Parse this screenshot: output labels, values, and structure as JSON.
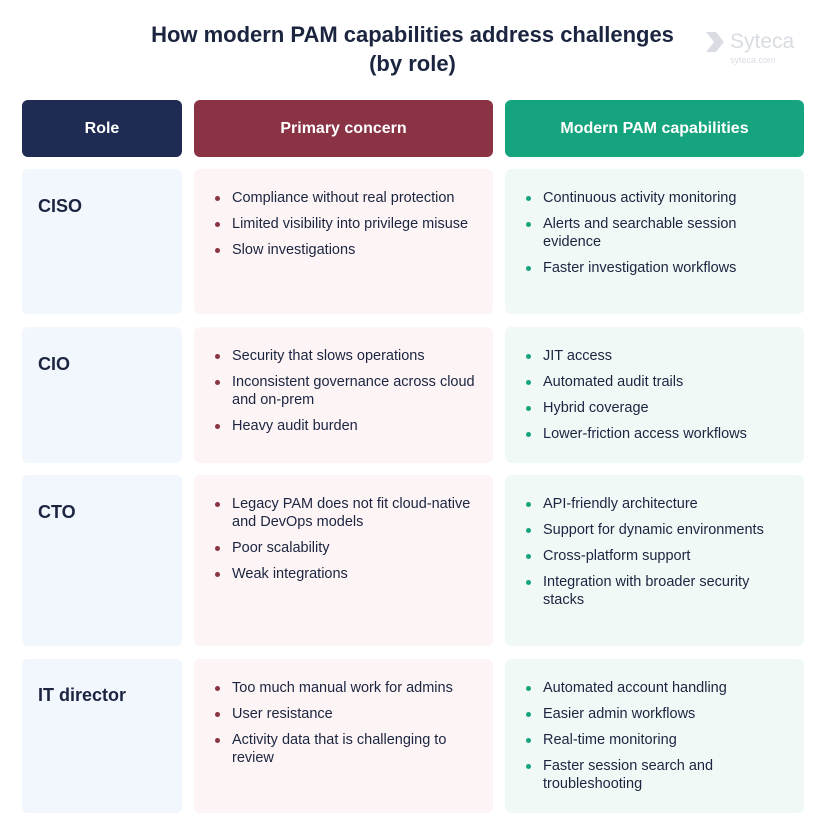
{
  "title": "How modern PAM capabilities address challenges (by role)",
  "logo": {
    "name": "Syteca",
    "url": "syteca.com"
  },
  "headers": {
    "role": "Role",
    "concern": "Primary concern",
    "capabilities": "Modern PAM capabilities"
  },
  "colors": {
    "role_header": "#1f2b52",
    "concern_header": "#8a3345",
    "capabilities_header": "#16a47e"
  },
  "rows": [
    {
      "role": "CISO",
      "concerns": [
        "Compliance without real protection",
        "Limited visibility into privilege misuse",
        "Slow investigations"
      ],
      "capabilities": [
        "Continuous activity monitoring",
        "Alerts and searchable session evidence",
        "Faster investigation workflows"
      ]
    },
    {
      "role": "CIO",
      "concerns": [
        "Security that slows operations",
        "Inconsistent governance across cloud and on-prem",
        "Heavy audit burden"
      ],
      "capabilities": [
        "JIT access",
        "Automated audit trails",
        "Hybrid coverage",
        "Lower-friction access workflows"
      ]
    },
    {
      "role": "CTO",
      "concerns": [
        "Legacy PAM does not fit cloud-native and DevOps models",
        "Poor scalability",
        "Weak integrations"
      ],
      "capabilities": [
        "API-friendly architecture",
        "Support for dynamic environments",
        "Cross-platform support",
        "Integration with broader security stacks"
      ]
    },
    {
      "role": "IT director",
      "concerns": [
        "Too much manual work for admins",
        "User resistance",
        "Activity data that is challenging to review"
      ],
      "capabilities": [
        "Automated account handling",
        "Easier admin workflows",
        "Real-time monitoring",
        "Faster session search and troubleshooting"
      ]
    }
  ]
}
